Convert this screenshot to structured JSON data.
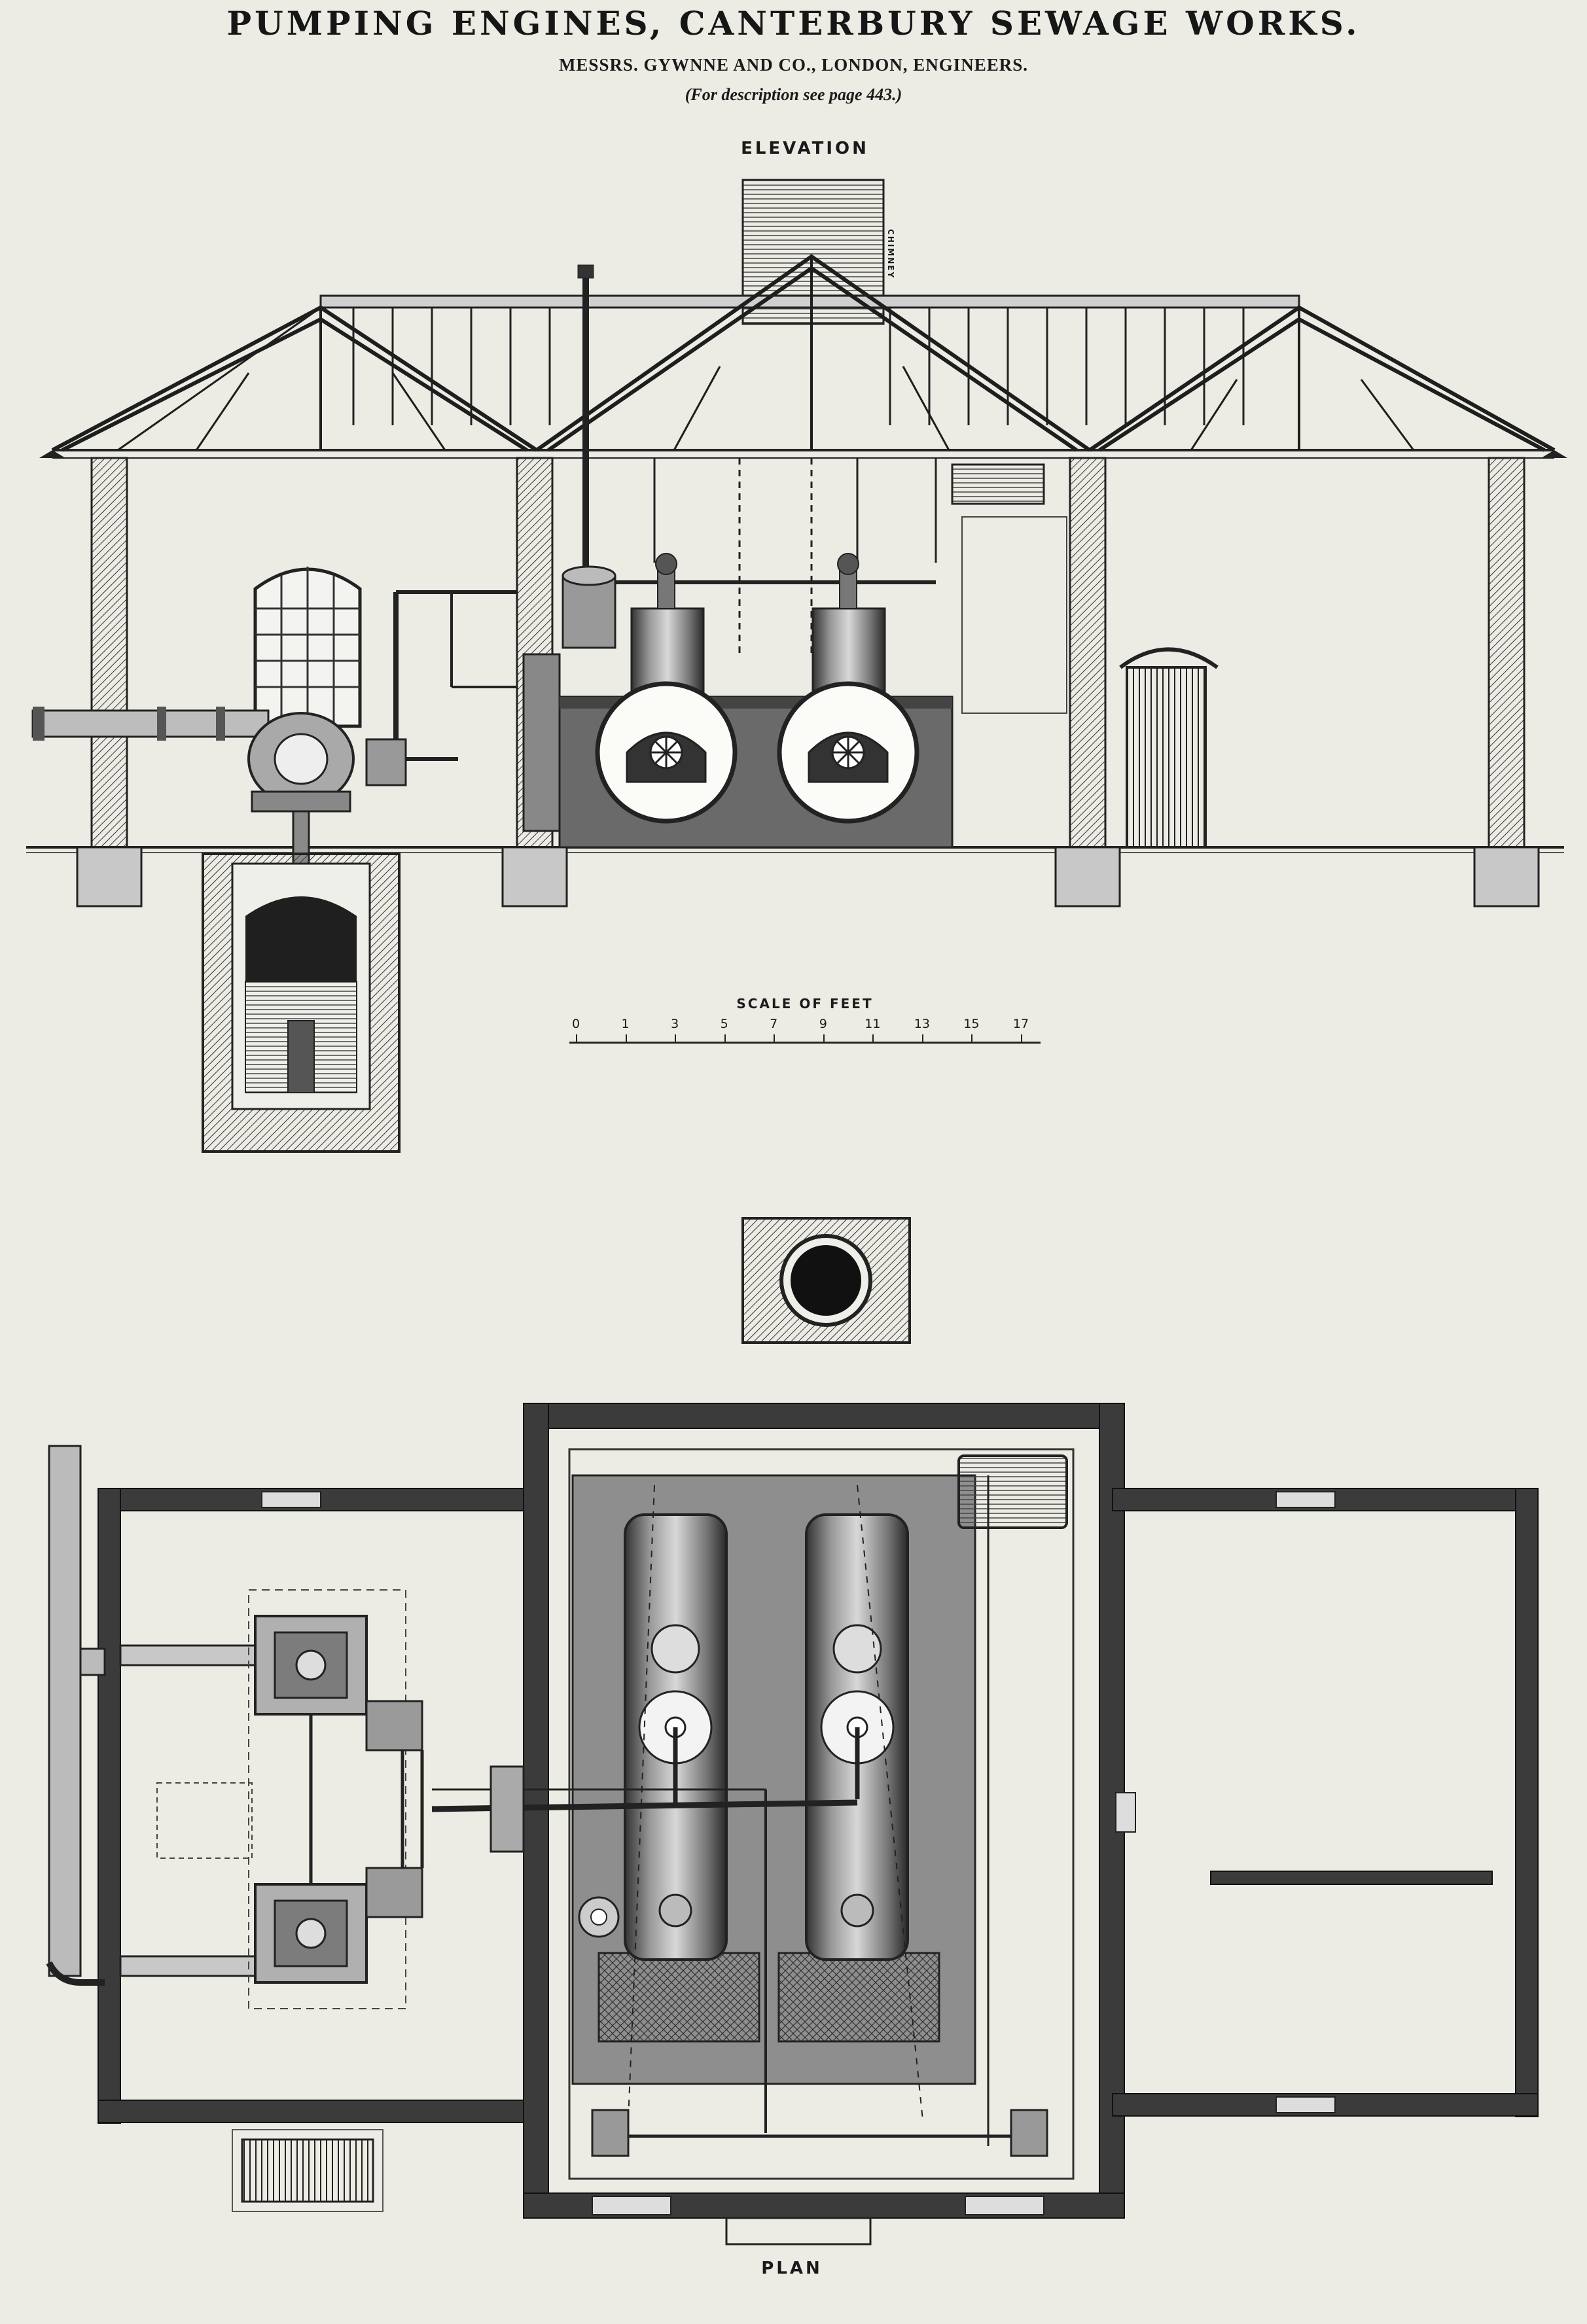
{
  "header": {
    "title": "PUMPING ENGINES, CANTERBURY SEWAGE WORKS.",
    "subtitle": "MESSRS. GYWNNE AND CO., LONDON, ENGINEERS.",
    "note": "(For description see page 443.)"
  },
  "elevation": {
    "label": "ELEVATION",
    "chimney_label": "CHIMNEY"
  },
  "scale": {
    "title": "SCALE OF FEET",
    "ticks": [
      "0",
      "1",
      "3",
      "5",
      "7",
      "9",
      "11",
      "13",
      "15",
      "17"
    ]
  },
  "plan": {
    "label": "PLAN"
  }
}
